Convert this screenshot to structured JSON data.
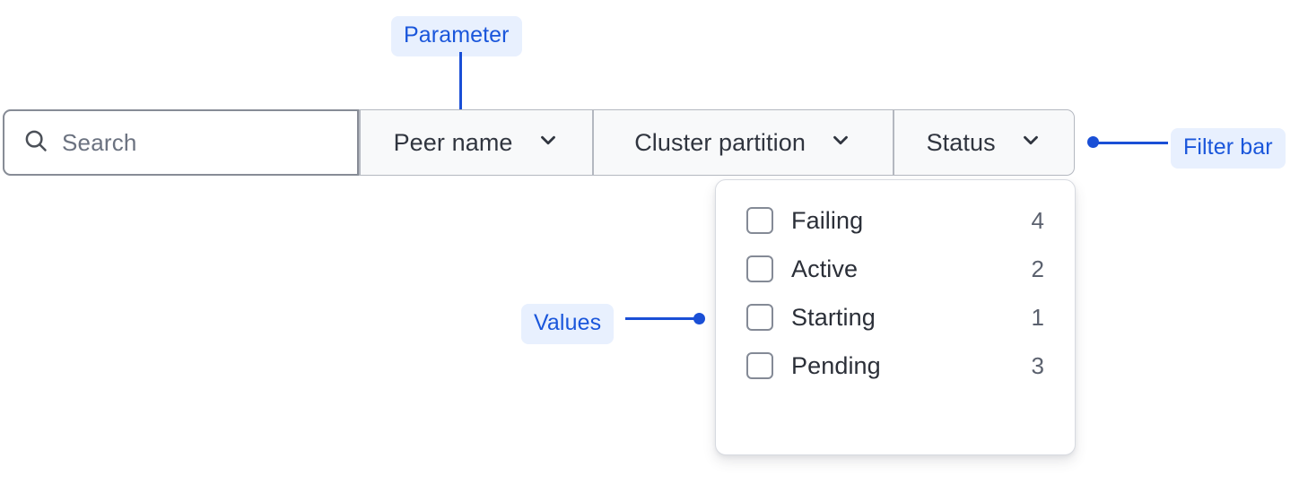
{
  "filter_bar": {
    "search": {
      "icon": "search-icon",
      "placeholder": "Search",
      "value": ""
    },
    "segments": [
      {
        "label": "Peer name",
        "icon": "chevron-down-icon"
      },
      {
        "label": "Cluster partition",
        "icon": "chevron-down-icon"
      },
      {
        "label": "Status",
        "icon": "chevron-down-icon"
      }
    ]
  },
  "dropdown": {
    "open_for": "Status",
    "items": [
      {
        "label": "Failing",
        "count": "4",
        "checked": false
      },
      {
        "label": "Active",
        "count": "2",
        "checked": false
      },
      {
        "label": "Starting",
        "count": "1",
        "checked": false
      },
      {
        "label": "Pending",
        "count": "3",
        "checked": false
      }
    ]
  },
  "annotations": {
    "parameter": "Parameter",
    "values": "Values",
    "filter_bar": "Filter bar"
  },
  "colors": {
    "annotation_text": "#1a56db",
    "annotation_bg": "#e8f0fe",
    "connector": "#1a4fd6",
    "bar_border": "#b4b8c0",
    "search_border": "#878c96",
    "segment_bg": "#f8f9fa",
    "panel_border": "#d7dae0",
    "text": "#30353f",
    "count_text": "#5b616e",
    "placeholder": "#6b7280"
  }
}
